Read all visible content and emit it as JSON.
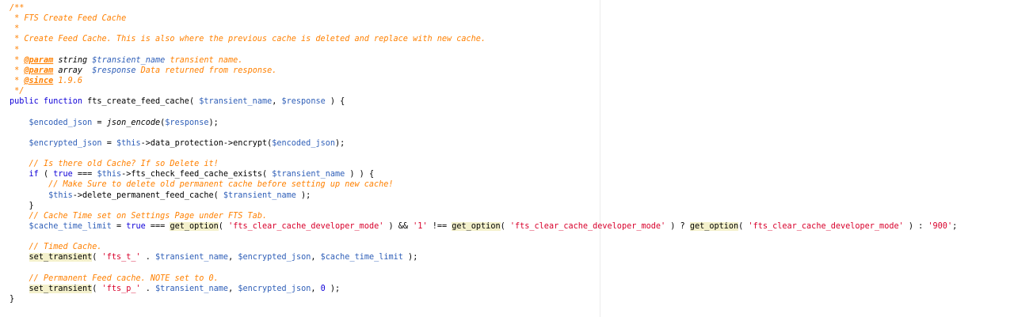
{
  "editor": {
    "lines": [
      [
        {
          "t": "/**",
          "c": "c"
        }
      ],
      [
        {
          "t": " * FTS Create Feed Cache",
          "c": "c"
        }
      ],
      [
        {
          "t": " *",
          "c": "c"
        }
      ],
      [
        {
          "t": " * Create Feed Cache. This is also where the previous cache is deleted and replace with new cache.",
          "c": "c"
        }
      ],
      [
        {
          "t": " *",
          "c": "c"
        }
      ],
      [
        {
          "t": " * ",
          "c": "c"
        },
        {
          "t": "@param",
          "c": "tag"
        },
        {
          "t": " string ",
          "c": "fi"
        },
        {
          "t": "$transient_name",
          "c": "v fi"
        },
        {
          "t": " transient name.",
          "c": "c"
        }
      ],
      [
        {
          "t": " * ",
          "c": "c"
        },
        {
          "t": "@param",
          "c": "tag"
        },
        {
          "t": " array  ",
          "c": "fi"
        },
        {
          "t": "$response",
          "c": "v fi"
        },
        {
          "t": " Data returned from response.",
          "c": "c"
        }
      ],
      [
        {
          "t": " * ",
          "c": "c"
        },
        {
          "t": "@since",
          "c": "tag"
        },
        {
          "t": " 1.9.6",
          "c": "c"
        }
      ],
      [
        {
          "t": " */",
          "c": "c"
        }
      ],
      [
        {
          "t": "public function ",
          "c": "k"
        },
        {
          "t": "fts_create_feed_cache( ",
          "c": ""
        },
        {
          "t": "$transient_name",
          "c": "v"
        },
        {
          "t": ", ",
          "c": ""
        },
        {
          "t": "$response",
          "c": "v"
        },
        {
          "t": " ) {",
          "c": ""
        }
      ],
      [],
      [
        {
          "t": "    ",
          "c": ""
        },
        {
          "t": "$encoded_json",
          "c": "v"
        },
        {
          "t": " = ",
          "c": ""
        },
        {
          "t": "json_encode",
          "c": "fi"
        },
        {
          "t": "(",
          "c": ""
        },
        {
          "t": "$response",
          "c": "v"
        },
        {
          "t": ");",
          "c": ""
        }
      ],
      [],
      [
        {
          "t": "    ",
          "c": ""
        },
        {
          "t": "$encrypted_json",
          "c": "v"
        },
        {
          "t": " = ",
          "c": ""
        },
        {
          "t": "$this",
          "c": "v"
        },
        {
          "t": "->data_protection->encrypt(",
          "c": ""
        },
        {
          "t": "$encoded_json",
          "c": "v"
        },
        {
          "t": ");",
          "c": ""
        }
      ],
      [],
      [
        {
          "t": "    ",
          "c": ""
        },
        {
          "t": "// Is there old Cache? If so Delete it!",
          "c": "c"
        }
      ],
      [
        {
          "t": "    ",
          "c": ""
        },
        {
          "t": "if",
          "c": "k"
        },
        {
          "t": " ( ",
          "c": ""
        },
        {
          "t": "true",
          "c": "k"
        },
        {
          "t": " === ",
          "c": ""
        },
        {
          "t": "$this",
          "c": "v"
        },
        {
          "t": "->fts_check_feed_cache_exists( ",
          "c": ""
        },
        {
          "t": "$transient_name",
          "c": "v"
        },
        {
          "t": " ) ) {",
          "c": ""
        }
      ],
      [
        {
          "t": "        ",
          "c": ""
        },
        {
          "t": "// Make Sure to delete old permanent cache before setting up new cache!",
          "c": "c"
        }
      ],
      [
        {
          "t": "        ",
          "c": ""
        },
        {
          "t": "$this",
          "c": "v"
        },
        {
          "t": "->delete_permanent_feed_cache( ",
          "c": ""
        },
        {
          "t": "$transient_name",
          "c": "v"
        },
        {
          "t": " );",
          "c": ""
        }
      ],
      [
        {
          "t": "    }",
          "c": ""
        }
      ],
      [
        {
          "t": "    ",
          "c": ""
        },
        {
          "t": "// Cache Time set on Settings Page under FTS Tab.",
          "c": "c"
        }
      ],
      [
        {
          "t": "    ",
          "c": ""
        },
        {
          "t": "$cache_time_limit",
          "c": "v"
        },
        {
          "t": " = ",
          "c": ""
        },
        {
          "t": "true",
          "c": "k"
        },
        {
          "t": " === ",
          "c": ""
        },
        {
          "t": "get_option",
          "c": "hl"
        },
        {
          "t": "( ",
          "c": ""
        },
        {
          "t": "'fts_clear_cache_developer_mode'",
          "c": "s"
        },
        {
          "t": " ) && ",
          "c": ""
        },
        {
          "t": "'1'",
          "c": "s"
        },
        {
          "t": " !== ",
          "c": ""
        },
        {
          "t": "get_option",
          "c": "hl"
        },
        {
          "t": "( ",
          "c": ""
        },
        {
          "t": "'fts_clear_cache_developer_mode'",
          "c": "s"
        },
        {
          "t": " ) ? ",
          "c": ""
        },
        {
          "t": "get_option",
          "c": "hl"
        },
        {
          "t": "( ",
          "c": ""
        },
        {
          "t": "'fts_clear_cache_developer_mode'",
          "c": "s"
        },
        {
          "t": " ) : ",
          "c": ""
        },
        {
          "t": "'900'",
          "c": "s"
        },
        {
          "t": ";",
          "c": ""
        }
      ],
      [],
      [
        {
          "t": "    ",
          "c": ""
        },
        {
          "t": "// Timed Cache.",
          "c": "c"
        }
      ],
      [
        {
          "t": "    ",
          "c": ""
        },
        {
          "t": "set_transient",
          "c": "hl"
        },
        {
          "t": "( ",
          "c": ""
        },
        {
          "t": "'fts_t_'",
          "c": "s"
        },
        {
          "t": " . ",
          "c": ""
        },
        {
          "t": "$transient_name",
          "c": "v"
        },
        {
          "t": ", ",
          "c": ""
        },
        {
          "t": "$encrypted_json",
          "c": "v"
        },
        {
          "t": ", ",
          "c": ""
        },
        {
          "t": "$cache_time_limit",
          "c": "v"
        },
        {
          "t": " );",
          "c": ""
        }
      ],
      [],
      [
        {
          "t": "    ",
          "c": ""
        },
        {
          "t": "// Permanent Feed cache. NOTE set to 0.",
          "c": "c"
        }
      ],
      [
        {
          "t": "    ",
          "c": ""
        },
        {
          "t": "set_transient",
          "c": "hl"
        },
        {
          "t": "( ",
          "c": ""
        },
        {
          "t": "'fts_p_'",
          "c": "s"
        },
        {
          "t": " . ",
          "c": ""
        },
        {
          "t": "$transient_name",
          "c": "v"
        },
        {
          "t": ", ",
          "c": ""
        },
        {
          "t": "$encrypted_json",
          "c": "v"
        },
        {
          "t": ", ",
          "c": ""
        },
        {
          "t": "0",
          "c": "k"
        },
        {
          "t": " );",
          "c": ""
        }
      ],
      [
        {
          "t": "}",
          "c": ""
        }
      ]
    ]
  }
}
